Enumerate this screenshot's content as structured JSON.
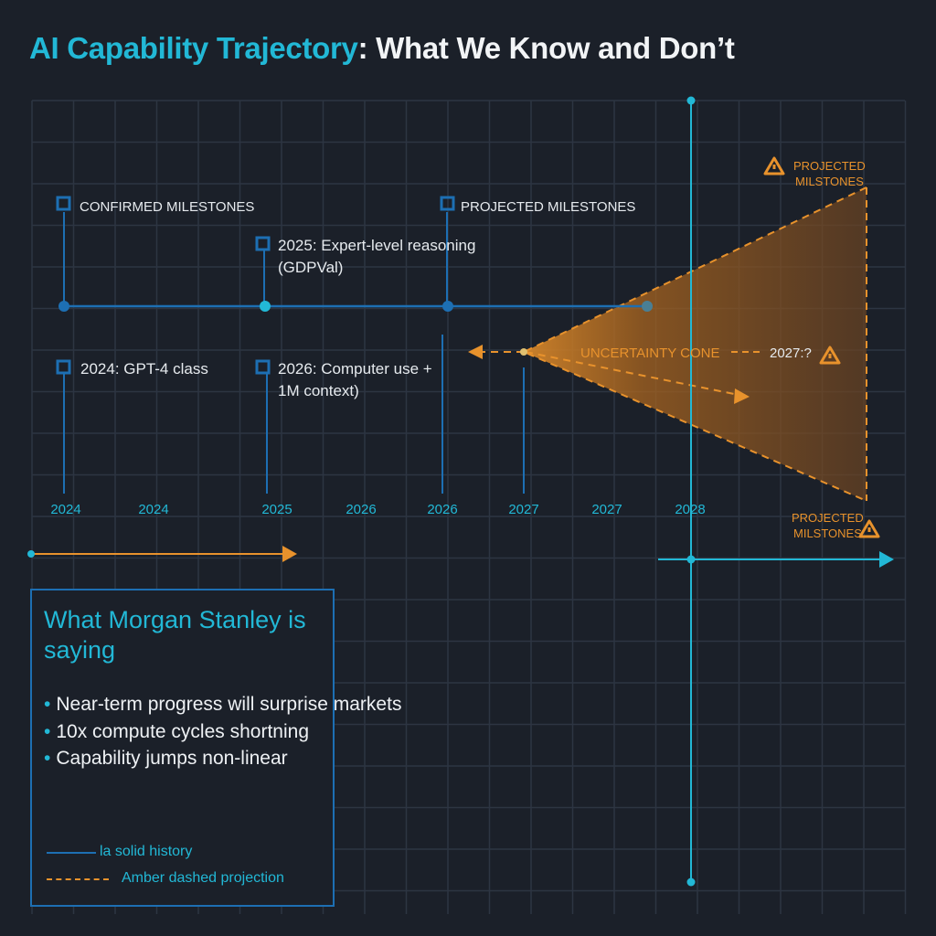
{
  "title": {
    "accent": "AI Capability Trajectory",
    "rest": ": What We Know and Don’t"
  },
  "milestones": {
    "confirmed_header": "CONFIRMED MILESTONES",
    "projected_header": "PROJECTED MILESTONES",
    "m2024": "2024: GPT-4 class",
    "m2025_line1": "2025: Expert-level reasoning",
    "m2025_line2": "(GDPVal)",
    "m2026_line1": "2026: Computer use +",
    "m2026_line2": "1M context)"
  },
  "projection": {
    "cone_label": "UNCERTAINTY CONE",
    "question_label": "2027:?",
    "top_label_line1": "PROJECTED",
    "top_label_line2": "MILSTONES",
    "bottom_label_line1": "PROJECTED",
    "bottom_label_line2": "MILSTONES"
  },
  "axis_labels": [
    "2024",
    "2024",
    "2025",
    "2026",
    "2026",
    "2027",
    "2027",
    "2028"
  ],
  "panel": {
    "heading": "What Morgan Stanley is saying",
    "bullets": [
      "Near-term progress will surprise markets",
      "10x compute cycles shortning",
      "Capability jumps non-linear"
    ],
    "legend_solid": "la solid history",
    "legend_dashed": "Amber dashed projection"
  },
  "colors": {
    "background": "#1b2029",
    "grid": "#2d3542",
    "history_blue": "#1d6fb3",
    "cyan": "#22b8d6",
    "amber": "#e8922c",
    "text": "#eef1f4"
  },
  "icons": {
    "milestone_marker": "square-marker-icon",
    "projection_marker": "warning-triangle-icon"
  }
}
